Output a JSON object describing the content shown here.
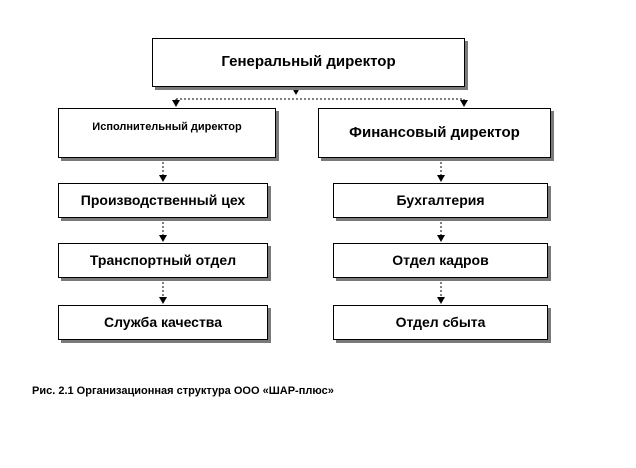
{
  "diagram": {
    "top": {
      "label": "Генеральный директор"
    },
    "left_branch": {
      "head": "Исполнительный директор",
      "units": [
        "Производственный цех",
        "Транспортный отдел",
        "Служба качества"
      ]
    },
    "right_branch": {
      "head": "Финансовый директор",
      "units": [
        "Бухгалтерия",
        "Отдел кадров",
        "Отдел сбыта"
      ]
    }
  },
  "caption": "Рис. 2.1 Организационная структура  ООО «ШАР-плюс»",
  "colors": {
    "border": "#000000",
    "shadow": "#7a7a7a",
    "background": "#ffffff"
  }
}
